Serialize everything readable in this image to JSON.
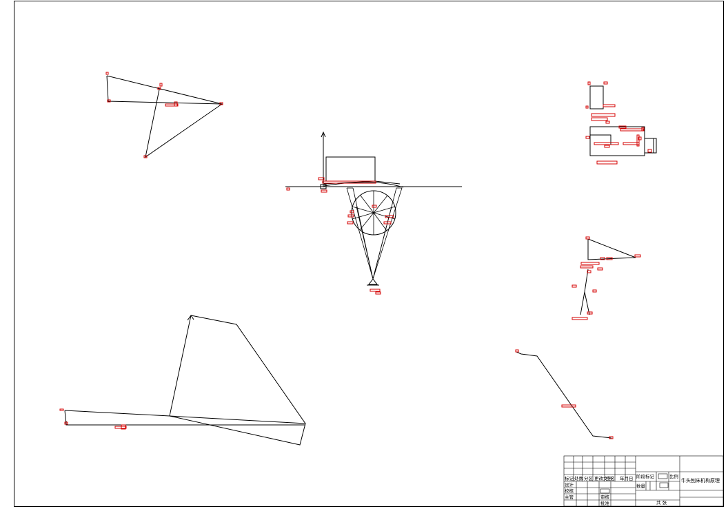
{
  "title_block": {
    "drawing_title": "牛头刨床机构原理",
    "headers": [
      "标记",
      "处数",
      "分区",
      "更改文号",
      "签名",
      "年月日"
    ],
    "rows": [
      "设计",
      "校核",
      "主管"
    ],
    "review": "审核",
    "approve": "批准",
    "stage_mark": "阶段标记",
    "quantity": "数量",
    "scale": "比例",
    "copy": "共  张"
  },
  "colors": {
    "line": "#000000",
    "annotation": "#d40000",
    "background": "#ffffff"
  }
}
